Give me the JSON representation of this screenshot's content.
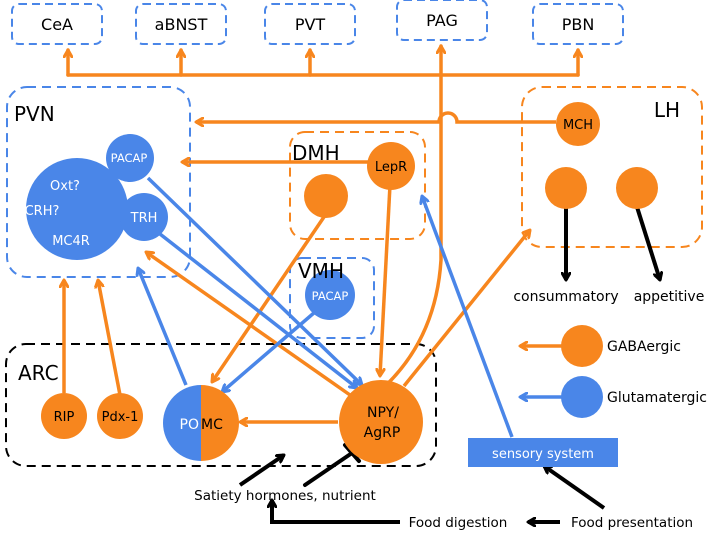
{
  "colors": {
    "orange": "#F7861E",
    "blue": "#4A86E8",
    "black": "#000000",
    "white": "#ffffff"
  },
  "targets": {
    "cea": "CeA",
    "abnst": "aBNST",
    "pvt": "PVT",
    "pag": "PAG",
    "pbn": "PBN"
  },
  "regions": {
    "pvn": "PVN",
    "lh": "LH",
    "dmh": "DMH",
    "vmh": "VMH",
    "arc": "ARC"
  },
  "neurons": {
    "mch": "MCH",
    "pacap_pvn": "PACAP",
    "mc4r_oxt": "Oxt?",
    "mc4r_crh": "CRH?",
    "mc4r_main": "MC4R",
    "trh": "TRH",
    "lepr": "LepR",
    "pacap_vmh": "PACAP",
    "rip": "RIP",
    "pdx1": "Pdx-1",
    "pomc_po": "PO",
    "pomc_mc": "MC",
    "npy_line1": "NPY/",
    "npy_line2": "AgRP"
  },
  "behaviors": {
    "consummatory": "consummatory",
    "appetitive": "appetitive"
  },
  "legend": {
    "gabaergic": "GABAergic",
    "glutamatergic": "Glutamatergic"
  },
  "inputs": {
    "sensory_system": "sensory system",
    "satiety": "Satiety hormones, nutrient",
    "food_digestion": "Food digestion",
    "food_presentation": "Food presentation"
  }
}
